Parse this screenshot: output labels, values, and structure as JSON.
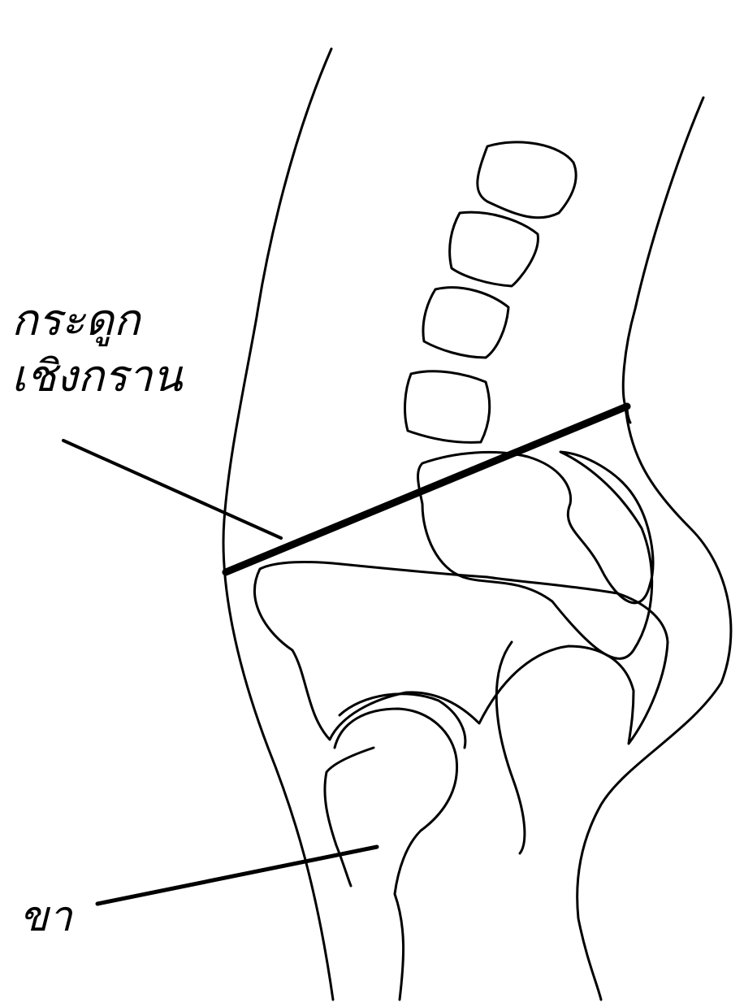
{
  "labels": {
    "pelvis_line1": "กระดูก",
    "pelvis_line2": "เชิงกราน",
    "leg": "ขา"
  },
  "colors": {
    "ink": "#000000",
    "background": "#ffffff"
  }
}
